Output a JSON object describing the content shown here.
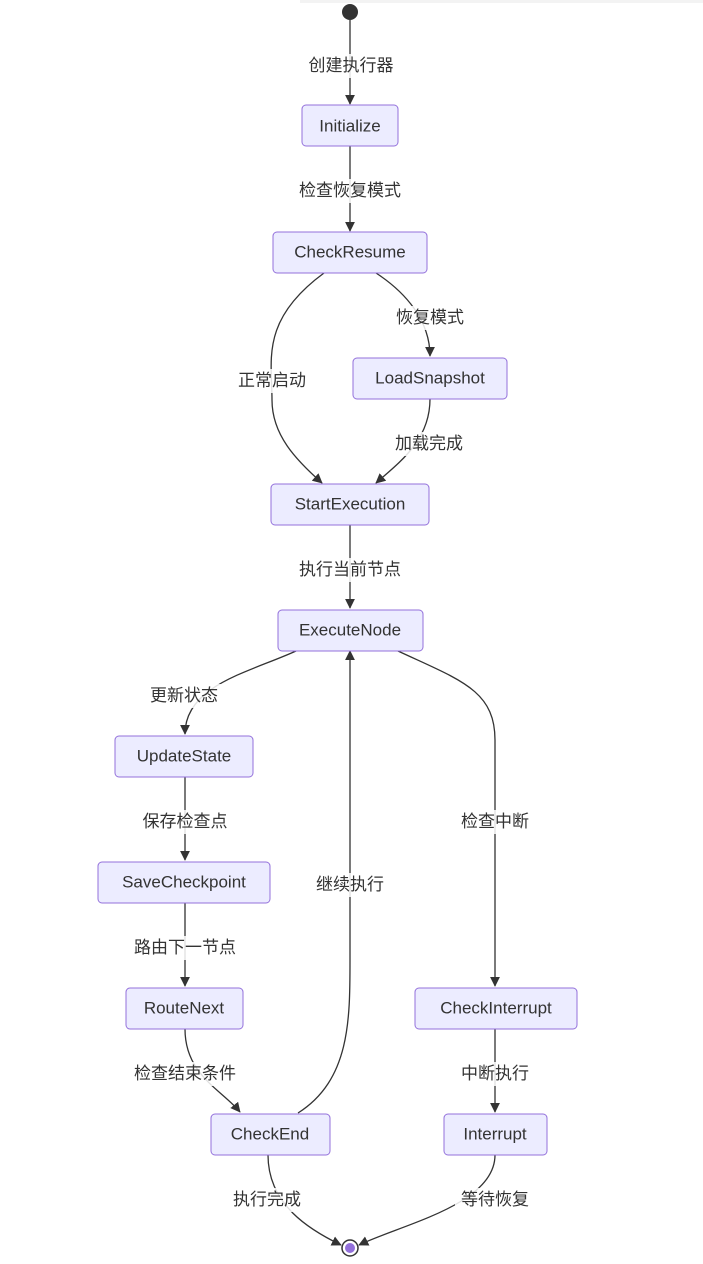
{
  "diagram": {
    "type": "state-diagram",
    "colors": {
      "node_fill": "#ECECFF",
      "node_stroke": "#9370DB",
      "edge": "#333333",
      "text": "#333333",
      "start_dot": "#333333",
      "end_inner": "#9370DB"
    },
    "states": {
      "initialize": "Initialize",
      "check_resume": "CheckResume",
      "load_snapshot": "LoadSnapshot",
      "start_execution": "StartExecution",
      "execute_node": "ExecuteNode",
      "update_state": "UpdateState",
      "save_checkpoint": "SaveCheckpoint",
      "route_next": "RouteNext",
      "check_end": "CheckEnd",
      "check_interrupt": "CheckInterrupt",
      "interrupt": "Interrupt"
    },
    "transitions": {
      "create_executor": "创建执行器",
      "check_resume_mode": "检查恢复模式",
      "resume_mode": "恢复模式",
      "normal_start": "正常启动",
      "load_complete": "加载完成",
      "execute_current_node": "执行当前节点",
      "update_state": "更新状态",
      "save_checkpoint": "保存检查点",
      "route_next_node": "路由下一节点",
      "check_end_condition": "检查结束条件",
      "continue_execution": "继续执行",
      "check_interrupt": "检查中断",
      "interrupt_execution": "中断执行",
      "execution_complete": "执行完成",
      "wait_resume": "等待恢复"
    }
  }
}
